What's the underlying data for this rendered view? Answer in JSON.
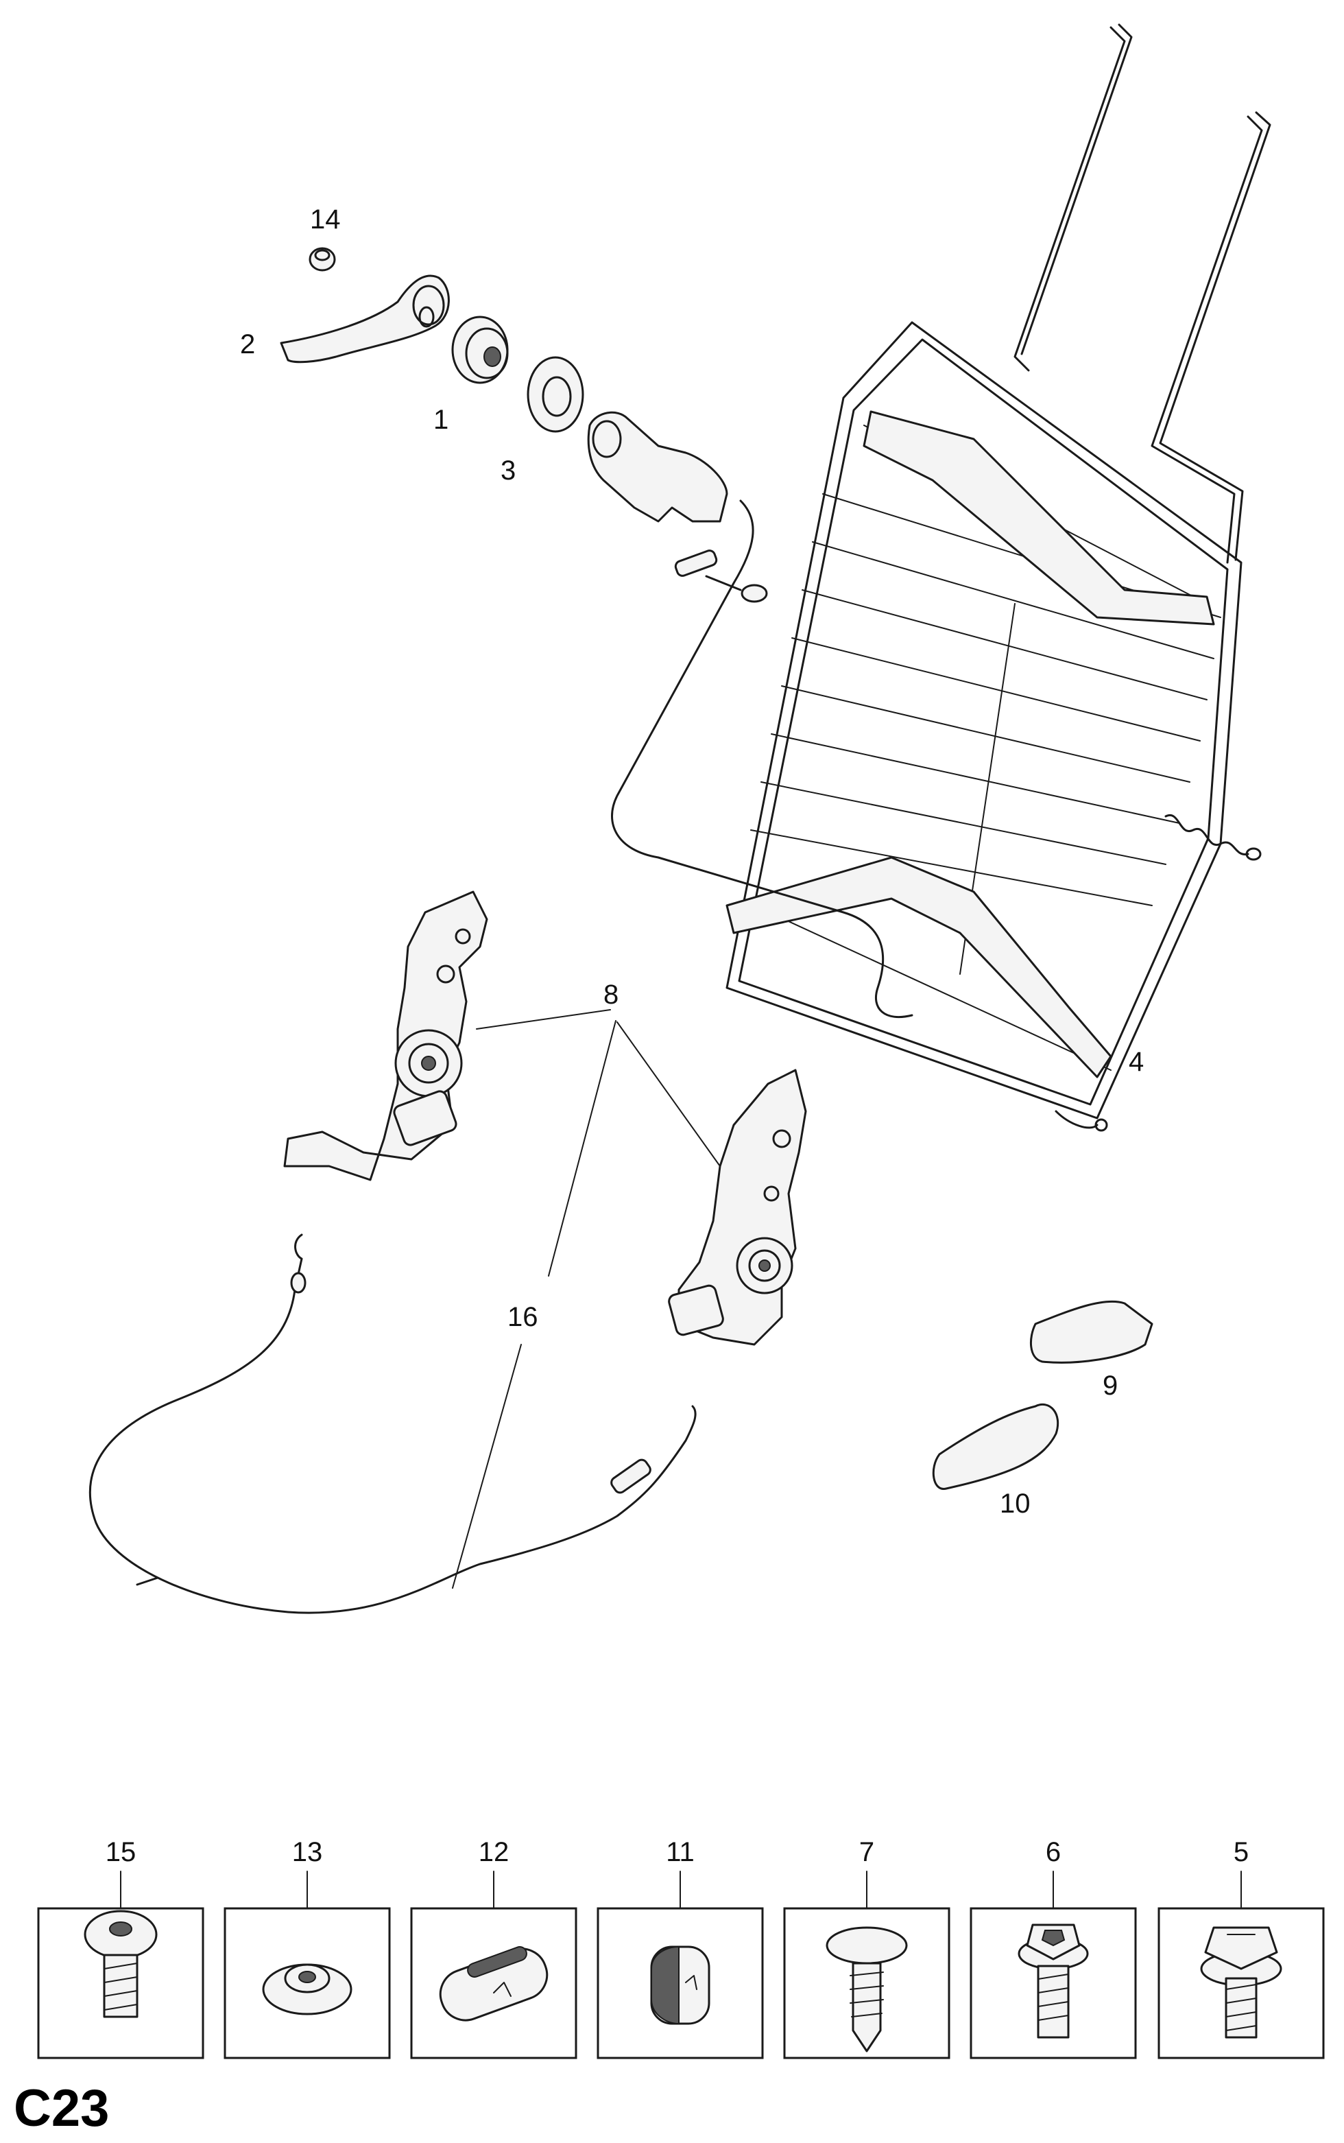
{
  "diagram": {
    "page_code": "C23",
    "callouts": {
      "c14": "14",
      "c2": "2",
      "c1": "1",
      "c3": "3",
      "c4": "4",
      "c8": "8",
      "c16": "16",
      "c9": "9",
      "c10": "10"
    },
    "fastener_tiles": [
      {
        "label": "15",
        "icon": "torx-button-head-bolt-icon"
      },
      {
        "label": "13",
        "icon": "flange-nut-icon"
      },
      {
        "label": "12",
        "icon": "cover-plug-icon"
      },
      {
        "label": "11",
        "icon": "cover-cap-icon"
      },
      {
        "label": "7",
        "icon": "push-clip-rivet-icon"
      },
      {
        "label": "6",
        "icon": "hex-socket-flange-bolt-icon"
      },
      {
        "label": "5",
        "icon": "hex-flange-bolt-icon"
      }
    ],
    "colors": {
      "line": "#1a1a1a",
      "background": "#ffffff"
    }
  }
}
